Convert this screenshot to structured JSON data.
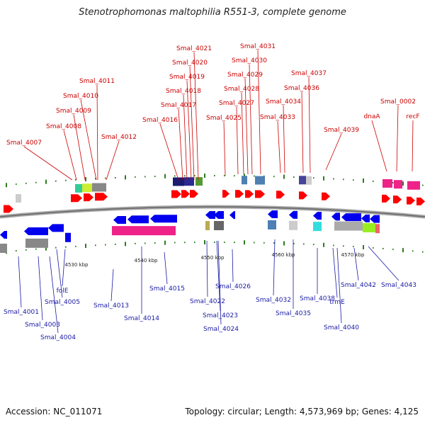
{
  "title": "Stenotrophomonas maltophilia R551-3, complete genome",
  "footer": {
    "accession": "Accession: NC_011071",
    "topology": "Topology: circular; Length: 4,573,969 bp; Genes: 4,125"
  },
  "colors": {
    "forward_label": "#cc0000",
    "reverse_label": "#1a1aa6",
    "forward_gene": "#ff0000",
    "reverse_gene": "#0000ee",
    "backbone": "#888888",
    "tick": "#2e7d1e"
  },
  "scale_ticks": [
    "4530 kbp",
    "4540 kbp",
    "4550 kbp",
    "4560 kbp",
    "4570 kbp"
  ],
  "top_labels": [
    "Smal_4007",
    "Smal_4008",
    "Smal_4009",
    "Smal_4010",
    "Smal_4011",
    "Smal_4012",
    "Smal_4016",
    "Smal_4017",
    "Smal_4018",
    "Smal_4019",
    "Smal_4020",
    "Smal_4021",
    "Smal_4025",
    "Smal_4027",
    "Smal_4028",
    "Smal_4029",
    "Smal_4030",
    "Smal_4031",
    "Smal_4033",
    "Smal_4034",
    "Smal_4036",
    "Smal_4037",
    "Smal_4039",
    "dnaA",
    "Smal_0002",
    "recF"
  ],
  "bottom_labels": [
    "Smal_4001",
    "Smal_4003",
    "Smal_4004",
    "Smal_4005",
    "folE",
    "Smal_4013",
    "Smal_4014",
    "Smal_4015",
    "Smal_4022",
    "Smal_4023",
    "Smal_4024",
    "Smal_4026",
    "Smal_4032",
    "Smal_4035",
    "Smal_4038",
    "trmE",
    "Smal_4040",
    "Smal_4042",
    "Smal_4043"
  ]
}
